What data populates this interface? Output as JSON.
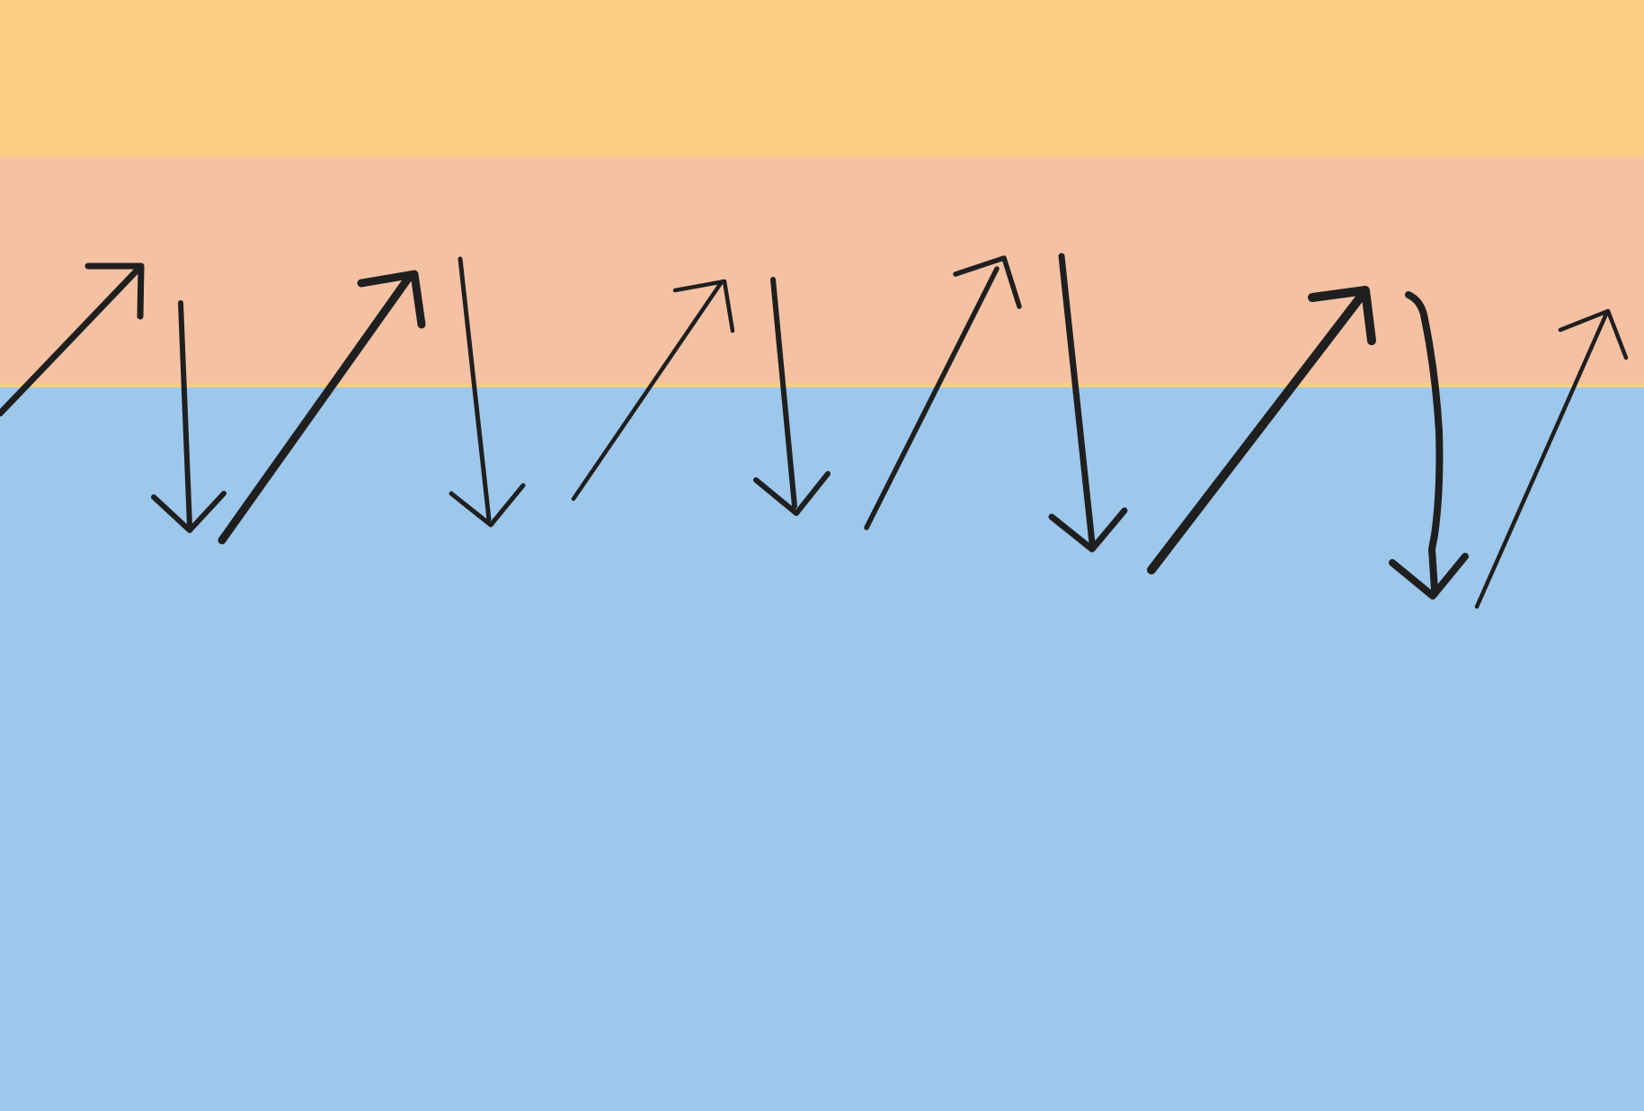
{
  "colors": {
    "band_top": "#f9cd82",
    "band_middle": "#f5c1a3",
    "band_separator": "#f9cd82",
    "band_bottom": "#9dc7eb",
    "arrow_stroke": "#1f1f1f"
  },
  "arrows": [
    {
      "name": "arrow-up-right",
      "direction": "up"
    },
    {
      "name": "arrow-down",
      "direction": "down"
    },
    {
      "name": "arrow-up-right",
      "direction": "up"
    },
    {
      "name": "arrow-down",
      "direction": "down"
    },
    {
      "name": "arrow-up-right",
      "direction": "up"
    },
    {
      "name": "arrow-down",
      "direction": "down"
    },
    {
      "name": "arrow-up-right",
      "direction": "up"
    },
    {
      "name": "arrow-down",
      "direction": "down"
    },
    {
      "name": "arrow-up-right",
      "direction": "up"
    },
    {
      "name": "arrow-down-curved",
      "direction": "down"
    },
    {
      "name": "arrow-up-right",
      "direction": "up"
    }
  ]
}
